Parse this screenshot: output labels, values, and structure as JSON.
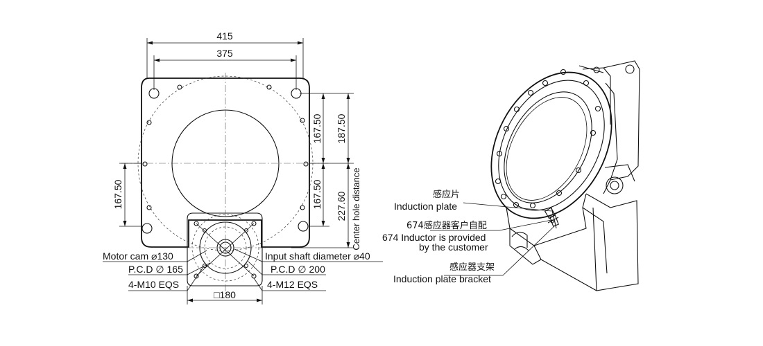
{
  "front_view": {
    "dims": {
      "width_overall": "415",
      "hole_span": "375",
      "upper_half": "167.50",
      "upper_outer": "187.50",
      "lower_half_right": "167.50",
      "lower_left": "167.50",
      "center_hole_distance_value": "227.60",
      "center_hole_distance_label": "Center hole distance",
      "square": "□180"
    },
    "callouts": {
      "motor_cam": "Motor cam ⌀130",
      "pcd_165": "P.C.D ∅ 165",
      "m10": "4-M10 EQS",
      "input_shaft": "Input shaft diameter ⌀40",
      "pcd_200": "P.C.D ∅ 200",
      "m12": "4-M12 EQS"
    }
  },
  "iso_view": {
    "labels": {
      "induction_plate_cn": "感应片",
      "induction_plate_en": "Induction plate",
      "inductor_cn": "674感应器客户自配",
      "inductor_en_1": "674 Inductor is provided",
      "inductor_en_2": "by the customer",
      "bracket_cn": "感应器支架",
      "bracket_en": "Induction plate bracket"
    }
  }
}
